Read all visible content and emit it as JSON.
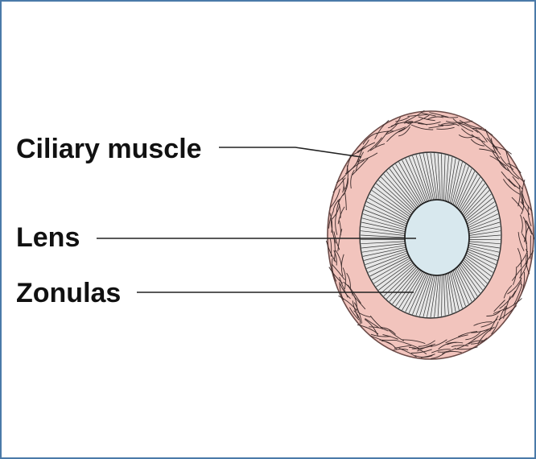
{
  "labels": {
    "ciliary_muscle": "Ciliary muscle",
    "lens": "Lens",
    "zonulas": "Zonulas"
  },
  "colors": {
    "frame_border": "#4a7aa8",
    "muscle_fill": "#f2c4bd",
    "muscle_outline": "#6b4a47",
    "fiber_stroke": "#3a2a2a",
    "zonula_bg": "#e6e6e6",
    "zonula_line": "#333333",
    "lens_fill": "#d8e8ee",
    "lens_outline": "#222222",
    "text": "#111111"
  }
}
